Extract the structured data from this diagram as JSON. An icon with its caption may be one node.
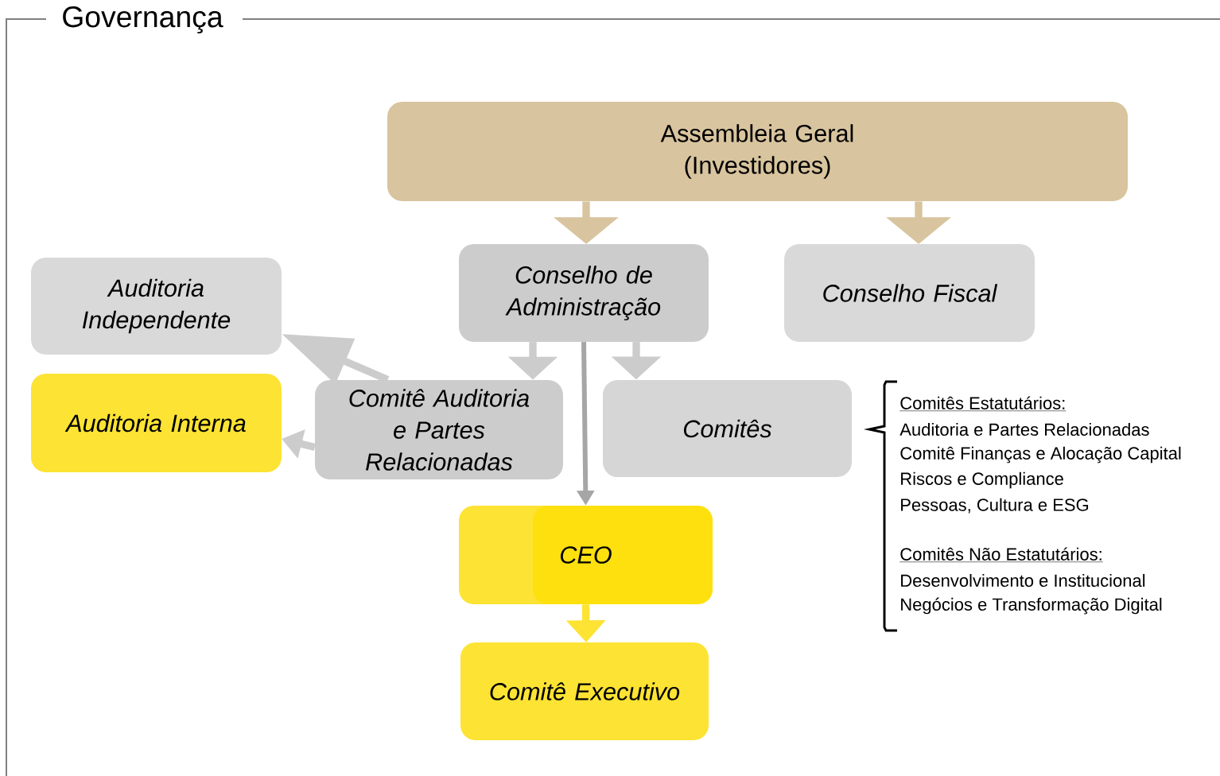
{
  "diagram": {
    "title": "Governança",
    "nodes": [
      {
        "text": [
          "Assembleia Geral (Investidores)"
        ]
      },
      {
        "text": [
          "Auditoria Independente"
        ]
      },
      {
        "text": [
          "Auditoria Interna"
        ]
      },
      {
        "text": [
          "Conselho de Administração"
        ]
      },
      {
        "text": [
          "Conselho Fiscal"
        ]
      },
      {
        "text": [
          "Comitê Auditoria e Partes Relacionadas"
        ]
      },
      {
        "text": [
          "Comitês"
        ]
      },
      {
        "text": [
          "CEO"
        ]
      },
      {
        "text": [
          "Comitê Executivo"
        ]
      }
    ],
    "edges": [
      {
        "from": 0,
        "to": 3,
        "arrow": "to",
        "color": "#d8c49e"
      },
      {
        "from": 0,
        "to": 4,
        "arrow": "to",
        "color": "#d8c49e"
      },
      {
        "from": 3,
        "to": 5,
        "arrow": "to"
      },
      {
        "from": 3,
        "to": 6,
        "arrow": "to"
      },
      {
        "from": 3,
        "to": 7,
        "arrow": "to",
        "color": "#a6a6a6"
      },
      {
        "from": 5,
        "to": 1,
        "arrow": "to"
      },
      {
        "from": 5,
        "to": 2,
        "arrow": "to"
      },
      {
        "from": 7,
        "to": 8,
        "arrow": "to",
        "color": "#fde333"
      }
    ],
    "labels": [
      "Comitês Estatutários:",
      "Auditoria e Partes Relacionadas",
      "Comitê Finanças e Alocação Capital",
      "Riscos e Compliance",
      "Pessoas, Cultura e ESG",
      "Comitês Não Estatutários:",
      "Desenvolvimento e Institucional",
      "Negócios e Transformação Digital"
    ]
  }
}
